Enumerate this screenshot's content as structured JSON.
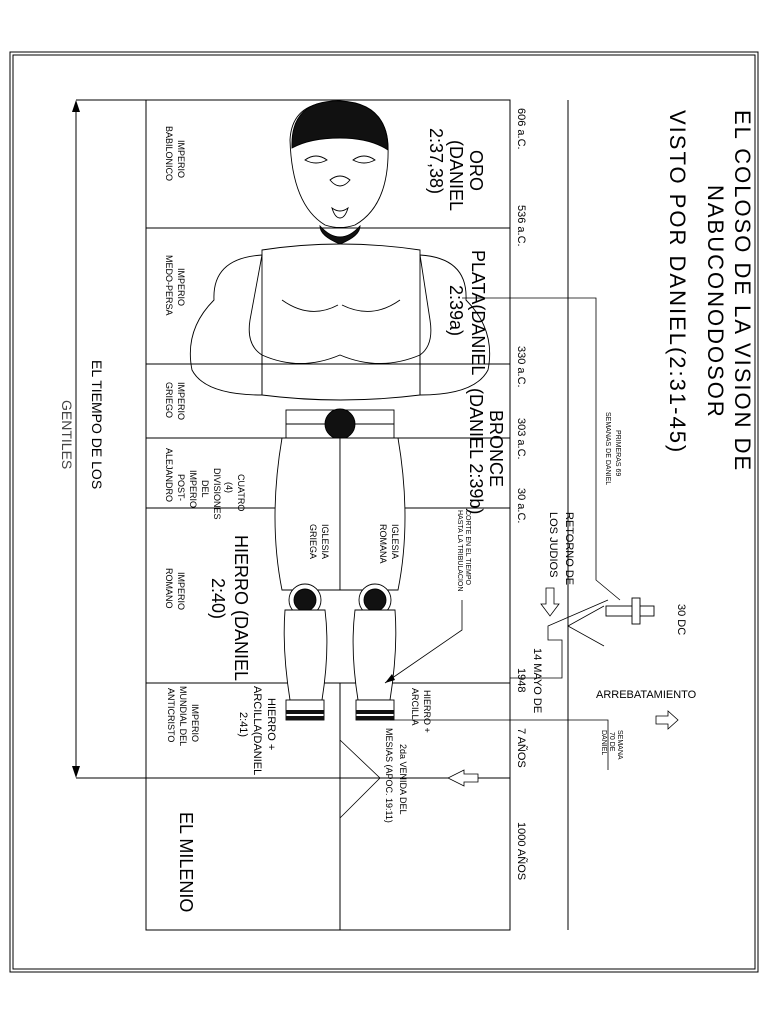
{
  "title": {
    "line1": "EL COLOSO DE LA VISION DE",
    "line2": "NABUCONODOSOR",
    "line3": "VISTO POR DANIEL(2:31-45)"
  },
  "timeline": [
    "606 a.C.",
    "536 a.C.",
    "330 a.C.",
    "303 a.C.",
    "30 a.C.",
    "14 MAYO DE",
    "1948",
    "7 AÑOS",
    "1000 AÑOS"
  ],
  "metals": {
    "oro": [
      "ORO",
      "(DANIEL",
      "2:37,38)"
    ],
    "plata": [
      "PLATA(DANIEL",
      "2:39a)"
    ],
    "bronce": [
      "BRONCE",
      "(DANIEL 2:39b)"
    ],
    "hierro": [
      "HIERRO (DANIEL",
      "2:40)"
    ],
    "hierro_arcilla": [
      "HIERRO +",
      "ARCILLA(DANIEL",
      "2:41)"
    ]
  },
  "empires": {
    "babilonico": [
      "IMPERIO",
      "BABILONICO"
    ],
    "medo_persa": [
      "IMPERIO",
      "MEDO-PERSA"
    ],
    "griego": [
      "IMPERIO",
      "GRIEGO"
    ],
    "cuatro": [
      "CUATRO",
      "(4)",
      "DIVISIONES",
      "DEL",
      "IMPERIO",
      "POST-",
      "ALEJANDRO"
    ],
    "romano": [
      "IMPERIO",
      "ROMANO"
    ],
    "anticristo": [
      "IMPERIO",
      "MUNDIAL DEL",
      "ANTICRISTO"
    ]
  },
  "milenio": "EL MILENIO",
  "gentiles": [
    "EL TIEMPO DE LOS",
    "GENTILES"
  ],
  "iglesia_griega": [
    "IGLESIA",
    "GRIEGA"
  ],
  "iglesia_romana": [
    "IGLESIA",
    "ROMANA"
  ],
  "corte": [
    "CORTE EN EL TIEMPO",
    "HASTA LA TRIBULACION"
  ],
  "retorno": [
    "RETORNO DE",
    "LOS JUDIOS"
  ],
  "hierro_arcilla_toes": [
    "HIERRO +",
    "ARCILLA"
  ],
  "segunda_venida": [
    "2da VENIDA DEL",
    "MESIAS (APOC. 19:11)"
  ],
  "primeras_semanas": [
    "PRIMERAS 69",
    "SEMANAS DE DANIEL"
  ],
  "semana_70": [
    "SEMANA",
    "70 DE",
    "DANIEL"
  ],
  "dc30": "30 DC",
  "arrebatamiento": "ARREBATAMIENTO"
}
